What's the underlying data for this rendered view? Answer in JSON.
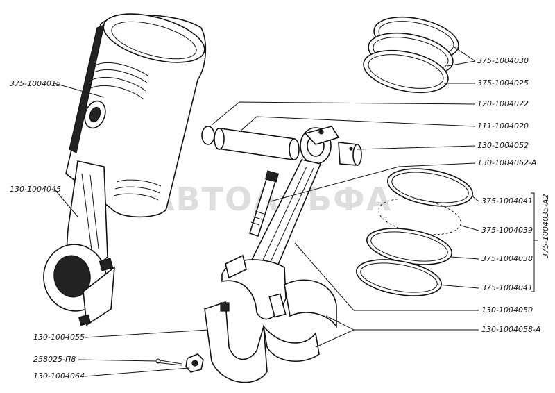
{
  "watermark": "АВТОАЛЬФА",
  "labels": {
    "piston_assembly": "375-1004015",
    "rod_assembly_left": "130-1004045",
    "cap_bolt": "130-1004055",
    "cotter_pin": "258025-П8",
    "nut": "130-1004064",
    "ring_top": "375-1004030",
    "ring_second": "375-1004025",
    "pin_circlip": "120-1004022",
    "piston_pin": "111-1004020",
    "bushing": "130-1004052",
    "rod_bolt": "130-1004062-А",
    "oil_ring_rail_a": "375-1004041",
    "oil_ring_expander": "375-1004039",
    "oil_ring_spacer": "375-1004038",
    "oil_ring_rail_b": "375-1004041",
    "oil_ring_set": "375-1004035-А2",
    "connecting_rod": "130-1004050",
    "bearing_shells": "130-1004058-А"
  }
}
